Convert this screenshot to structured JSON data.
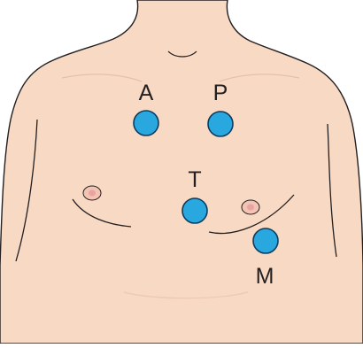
{
  "diagram": {
    "colors": {
      "background": "#ffffff",
      "skin": "#f7d9c4",
      "outline": "#231f20",
      "nipple": "#e9a3a3",
      "areola": "#f3c3b3",
      "marker_fill": "#29a8e0",
      "marker_stroke": "#0d3b5e",
      "label": "#231f20"
    },
    "markers": [
      {
        "label": "A"
      },
      {
        "label": "P"
      },
      {
        "label": "T"
      },
      {
        "label": "M"
      }
    ]
  }
}
